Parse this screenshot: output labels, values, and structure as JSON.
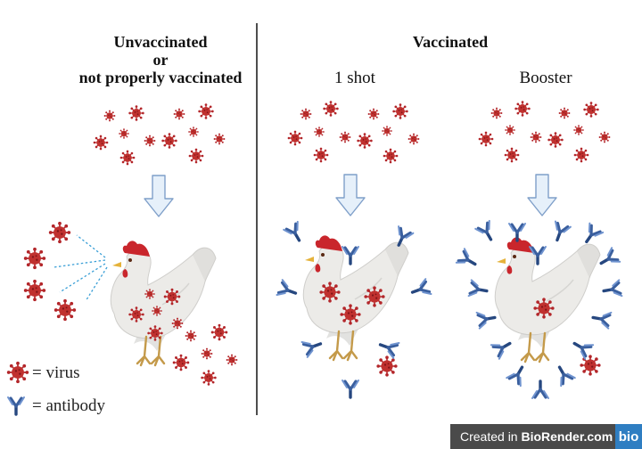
{
  "headers": {
    "unvaccinated_lines": [
      "Unvaccinated",
      "or",
      "not properly vaccinated"
    ],
    "vaccinated": "Vaccinated",
    "one_shot": "1 shot",
    "booster": "Booster"
  },
  "legend": {
    "virus": "= virus",
    "antibody": "= antibody"
  },
  "badge": {
    "prefix": "Created in ",
    "brand": "BioRender.com",
    "logo": "bio"
  },
  "colors": {
    "virus": "#b3262a",
    "antibody": "#3a5f9e",
    "arrow_fill": "#e6f0fa",
    "arrow_stroke": "#7f9fc9",
    "divider": "#222222"
  },
  "icons": [
    "virus-icon",
    "antibody-icon",
    "chicken-illustration",
    "down-arrow-icon",
    "spray-arrow-icon"
  ]
}
